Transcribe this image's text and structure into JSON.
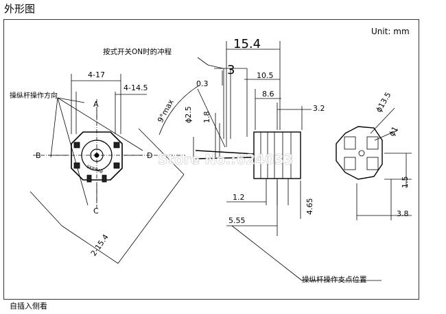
{
  "header": {
    "title": "外形图"
  },
  "footer": {
    "caption": "自插入侧看"
  },
  "diagram": {
    "unit": "Unit: mm",
    "left_view": {
      "dim_4_17": "4-17",
      "dim_4_14_5": "4-14.5",
      "lever_direction_label": "操纵杆操作方向",
      "dir_a": "A",
      "dir_b": "B",
      "dir_c": "C",
      "dir_d": "D",
      "dim_2_15_4": "2-15.4"
    },
    "side_view": {
      "dim_15_4": "15.4",
      "on_stroke_label": "按式开关ON时的冲程",
      "dim_3": "3",
      "dim_0_3": "0.3",
      "dim_10_5": "10.5",
      "dim_8_6": "8.6",
      "dim_3_2": "3.2",
      "angle_label": "9°max",
      "dim_phi_2_5": "ϕ2.5",
      "dim_1_8": "1.8",
      "dim_1_2": "1.2",
      "dim_4_65": "4.65",
      "dim_5_55": "5.55",
      "pivot_label": "操纵杆操作支点位置"
    },
    "right_view": {
      "dim_phi_13_5": "ϕ13.5",
      "dim_phi_1": "ϕ1",
      "dim_1_5": "1.5",
      "dim_3_8": "3.8"
    },
    "watermark": "Store No.:624033"
  }
}
